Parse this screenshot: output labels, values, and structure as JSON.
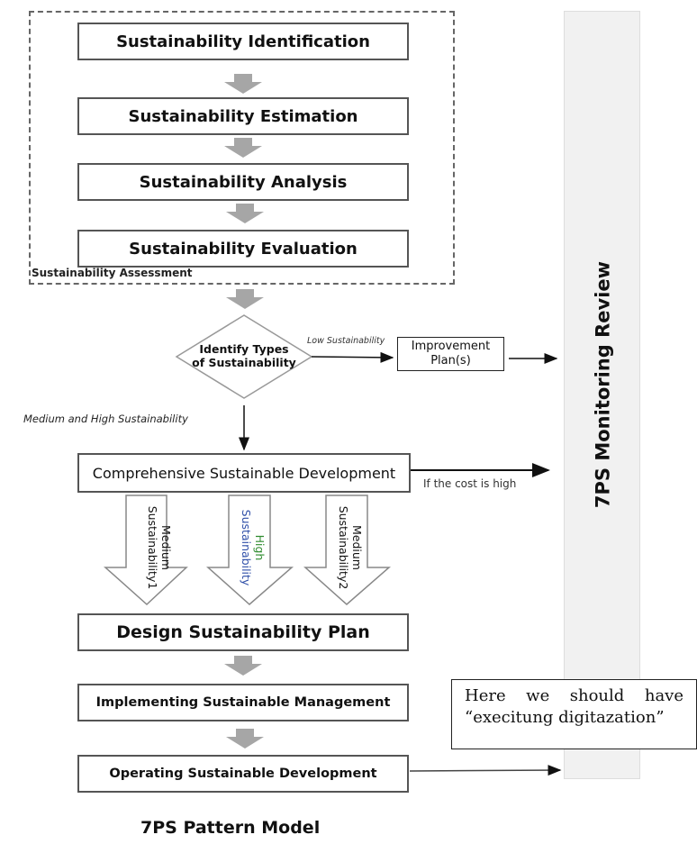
{
  "assessment": {
    "group_label": "Sustainability Assessment",
    "steps": [
      "Sustainability Identification",
      "Sustainability Estimation",
      "Sustainability Analysis",
      "Sustainability Evaluation"
    ]
  },
  "decision": {
    "label_line1": "Identify Types",
    "label_line2": "of Sustainability",
    "low_branch_label": "Low Sustainability",
    "medium_high_branch_label": "Medium and High Sustainability"
  },
  "improvement": {
    "line1": "Improvement",
    "line2": "Plan(s)"
  },
  "comprehensive": {
    "label": "Comprehensive Sustainable Development",
    "cost_label": "If the cost is high"
  },
  "branches": [
    {
      "line1": "Medium",
      "line2": "Sustainability1",
      "color1": "#111111",
      "color2": "#111111"
    },
    {
      "line1": "High",
      "line2": "Sustainability",
      "color1": "#2e8b2e",
      "color2": "#2f4fa8"
    },
    {
      "line1": "Medium",
      "line2": "Sustainability2",
      "color1": "#111111",
      "color2": "#111111"
    }
  ],
  "plan": {
    "label": "Design Sustainability Plan"
  },
  "implementing": {
    "label": "Implementing Sustainable Management"
  },
  "operating": {
    "label": "Operating Sustainable Development"
  },
  "monitoring": {
    "label": "7PS Monitoring Review"
  },
  "note": {
    "line1": "Here we should have",
    "line2": "“execitung digitazation”"
  },
  "footer": {
    "title": "7PS Pattern Model"
  }
}
